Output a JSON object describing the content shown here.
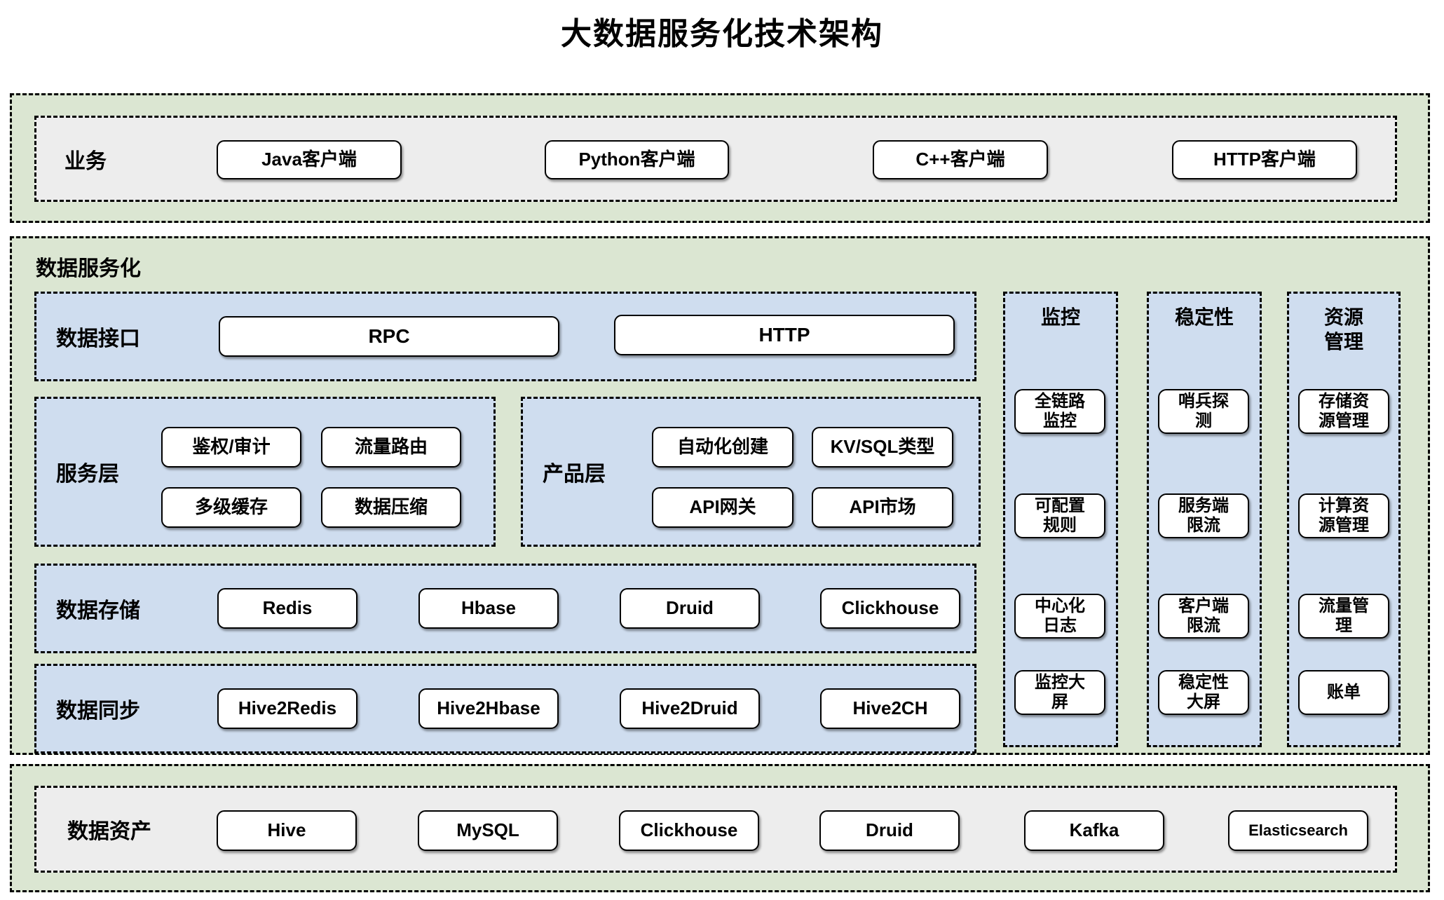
{
  "title": "大数据服务化技术架构",
  "bands": {
    "business": {
      "label": "业务",
      "items": [
        "Java客户端",
        "Python客户端",
        "C++客户端",
        "HTTP客户端"
      ]
    },
    "data_service": {
      "label": "数据服务化",
      "interface_row": {
        "label": "数据接口",
        "items": [
          "RPC",
          "HTTP"
        ]
      },
      "service_layer": {
        "label": "服务层",
        "items": [
          "鉴权/审计",
          "流量路由",
          "多级缓存",
          "数据压缩"
        ]
      },
      "product_layer": {
        "label": "产品层",
        "items": [
          "自动化创建",
          "KV/SQL类型",
          "API网关",
          "API市场"
        ]
      },
      "data_storage": {
        "label": "数据存储",
        "items": [
          "Redis",
          "Hbase",
          "Druid",
          "Clickhouse"
        ]
      },
      "data_sync": {
        "label": "数据同步",
        "items": [
          "Hive2Redis",
          "Hive2Hbase",
          "Hive2Druid",
          "Hive2CH"
        ]
      },
      "monitoring": {
        "label": "监控",
        "items": [
          "全链路监控",
          "可配置规则",
          "中心化日志",
          "监控大屏"
        ]
      },
      "stability": {
        "label": "稳定性",
        "items": [
          "哨兵探测",
          "服务端限流",
          "客户端限流",
          "稳定性大屏"
        ]
      },
      "resource_mgmt": {
        "label": "资源管理",
        "items": [
          "存储资源管理",
          "计算资源管理",
          "流量管理",
          "账单"
        ]
      }
    },
    "data_assets": {
      "label": "数据资产",
      "items": [
        "Hive",
        "MySQL",
        "Clickhouse",
        "Druid",
        "Kafka",
        "Elasticsearch"
      ]
    }
  },
  "colors": {
    "band_green": "#dbe6d2",
    "panel_gray": "#ededed",
    "panel_blue": "#cfddef",
    "node_white": "#ffffff",
    "border_black": "#000000"
  }
}
